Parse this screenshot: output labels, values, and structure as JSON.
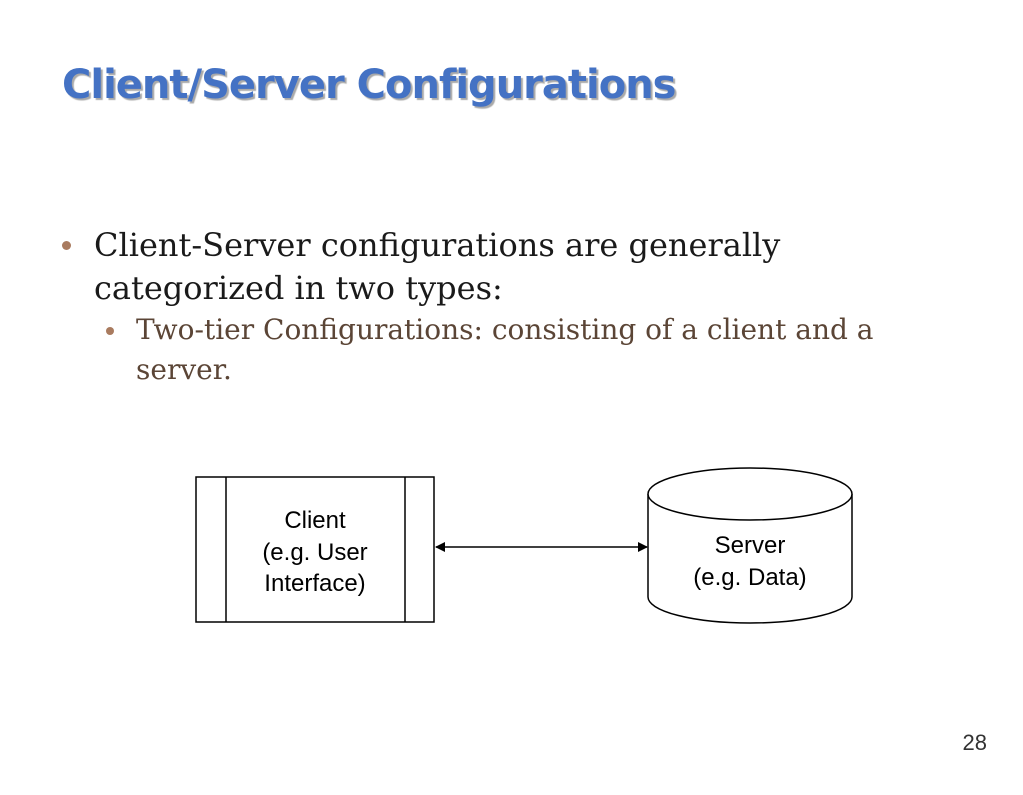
{
  "slide": {
    "title": "Client/Server Configurations",
    "bullets": [
      {
        "level": 1,
        "text": "Client-Server configurations are generally categorized in two types:"
      },
      {
        "level": 2,
        "text": "Two-tier Configurations: consisting of a client and a server."
      }
    ],
    "page_number": "28"
  },
  "diagram": {
    "client": {
      "lines": [
        "Client",
        "(e.g. User",
        "Interface)"
      ]
    },
    "server": {
      "lines": [
        "Server",
        "(e.g. Data)"
      ]
    },
    "connector": "bidirectional-arrow"
  },
  "colors": {
    "title": "#4472C4",
    "bullet_marker": "#a97b5f",
    "sub_bullet_text": "#5b4536"
  }
}
